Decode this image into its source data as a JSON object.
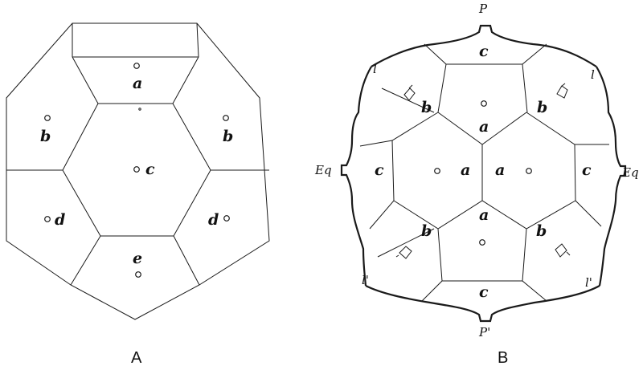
{
  "figure_a": {
    "caption": "A",
    "labels": {
      "a": "a",
      "b1": "b",
      "b2": "b",
      "c": "c",
      "d1": "d",
      "d2": "d",
      "e": "e"
    }
  },
  "figure_b": {
    "caption": "B",
    "labels": {
      "pole_top": "P",
      "pole_bottom": "P'",
      "girdle_tl": "l",
      "girdle_tr": "l",
      "girdle_bl": "l'",
      "girdle_br": "l'",
      "eq_left": "Eq",
      "eq_right": "Eq",
      "c_top": "c",
      "b_tl": "b",
      "b_tr": "b",
      "a_top": "a",
      "c_left": "c",
      "a_left": "a",
      "a_right": "a",
      "c_right": "c",
      "a_bottom": "a",
      "b_bl": "b",
      "b_br": "b",
      "c_bottom": "c"
    }
  }
}
